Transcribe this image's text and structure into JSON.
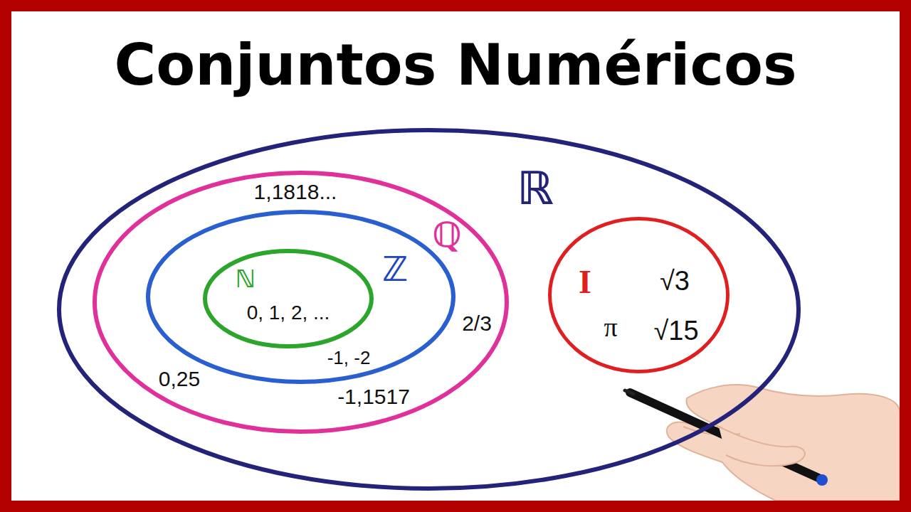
{
  "diagram": {
    "title": "Conjuntos Numéricos",
    "nodes": [
      {
        "text": [
          "ℝ"
        ]
      },
      {
        "text": [
          "ℚ",
          "1,1818...",
          "2/3",
          "0,25",
          "-1,1517"
        ],
        "in": 0
      },
      {
        "text": [
          "ℤ",
          "-1, -2"
        ],
        "in": 1
      },
      {
        "text": [
          "ℕ",
          "0, 1, 2, ..."
        ],
        "in": 2
      },
      {
        "text": [
          "I",
          "√3",
          "π",
          "√15"
        ],
        "in": 0
      }
    ]
  }
}
